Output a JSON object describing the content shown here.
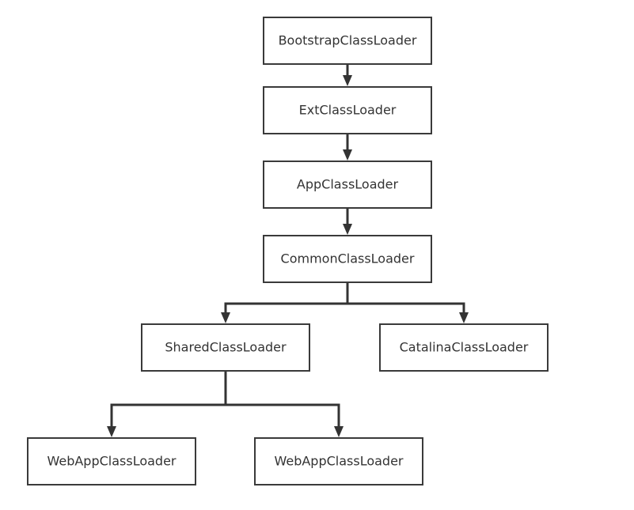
{
  "diagram": {
    "nodes": [
      {
        "id": "bootstrap",
        "label": "BootstrapClassLoader"
      },
      {
        "id": "ext",
        "label": "ExtClassLoader"
      },
      {
        "id": "app",
        "label": "AppClassLoader"
      },
      {
        "id": "common",
        "label": "CommonClassLoader"
      },
      {
        "id": "shared",
        "label": "SharedClassLoader"
      },
      {
        "id": "catalina",
        "label": "CatalinaClassLoader"
      },
      {
        "id": "webapp1",
        "label": "WebAppClassLoader"
      },
      {
        "id": "webapp2",
        "label": "WebAppClassLoader"
      }
    ],
    "edges": [
      {
        "from": "bootstrap",
        "to": "ext"
      },
      {
        "from": "ext",
        "to": "app"
      },
      {
        "from": "app",
        "to": "common"
      },
      {
        "from": "common",
        "to": "shared"
      },
      {
        "from": "common",
        "to": "catalina"
      },
      {
        "from": "shared",
        "to": "webapp1"
      },
      {
        "from": "shared",
        "to": "webapp2"
      }
    ]
  }
}
